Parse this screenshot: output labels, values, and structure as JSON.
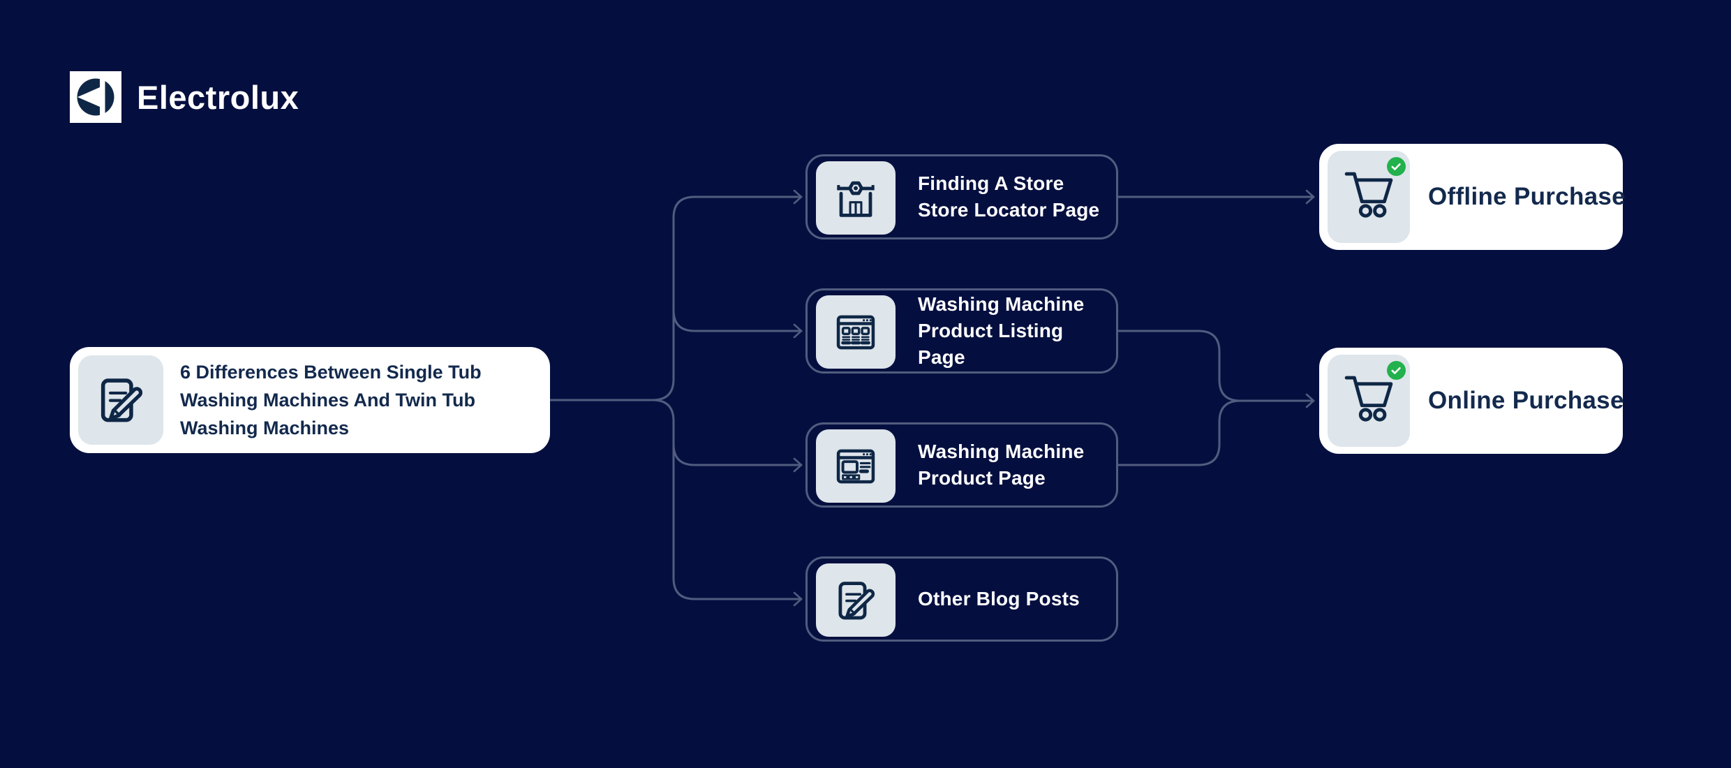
{
  "brand": {
    "name": "Electrolux"
  },
  "colors": {
    "background": "#050f3f",
    "connector": "#515c7f",
    "icon_tile": "#dee5eb",
    "ink_navy": "#0f2746",
    "text_navy": "#13294d",
    "success_green": "#22b14c",
    "card_white": "#ffffff",
    "text_white": "#ffffff"
  },
  "diagram": {
    "source": {
      "id": "blog-article",
      "title": "6 Differences Between Single Tub Washing Machines And Twin Tub Washing Machines",
      "icon": "blog-post-icon"
    },
    "pages": [
      {
        "id": "store-locator-page",
        "line1": "Finding A Store",
        "line2": "Store Locator Page",
        "icon": "storefront-icon"
      },
      {
        "id": "product-listing-page",
        "line1": "Washing Machine",
        "line2": "Product Listing Page",
        "icon": "product-listing-icon"
      },
      {
        "id": "product-page",
        "line1": "Washing Machine",
        "line2": "Product Page",
        "icon": "product-page-icon"
      },
      {
        "id": "other-blog-posts",
        "line1": "Other Blog Posts",
        "line2": "",
        "icon": "blog-post-icon"
      }
    ],
    "outcomes": [
      {
        "id": "offline-purchase",
        "label": "Offline Purchase",
        "icon": "shopping-cart-icon",
        "badge": "check-badge"
      },
      {
        "id": "online-purchase",
        "label": "Online Purchase",
        "icon": "shopping-cart-icon",
        "badge": "check-badge"
      }
    ],
    "edges": [
      {
        "from": "blog-article",
        "to": "store-locator-page"
      },
      {
        "from": "blog-article",
        "to": "product-listing-page"
      },
      {
        "from": "blog-article",
        "to": "product-page"
      },
      {
        "from": "blog-article",
        "to": "other-blog-posts"
      },
      {
        "from": "store-locator-page",
        "to": "offline-purchase"
      },
      {
        "from": "product-listing-page",
        "to": "online-purchase"
      },
      {
        "from": "product-page",
        "to": "online-purchase"
      }
    ]
  }
}
